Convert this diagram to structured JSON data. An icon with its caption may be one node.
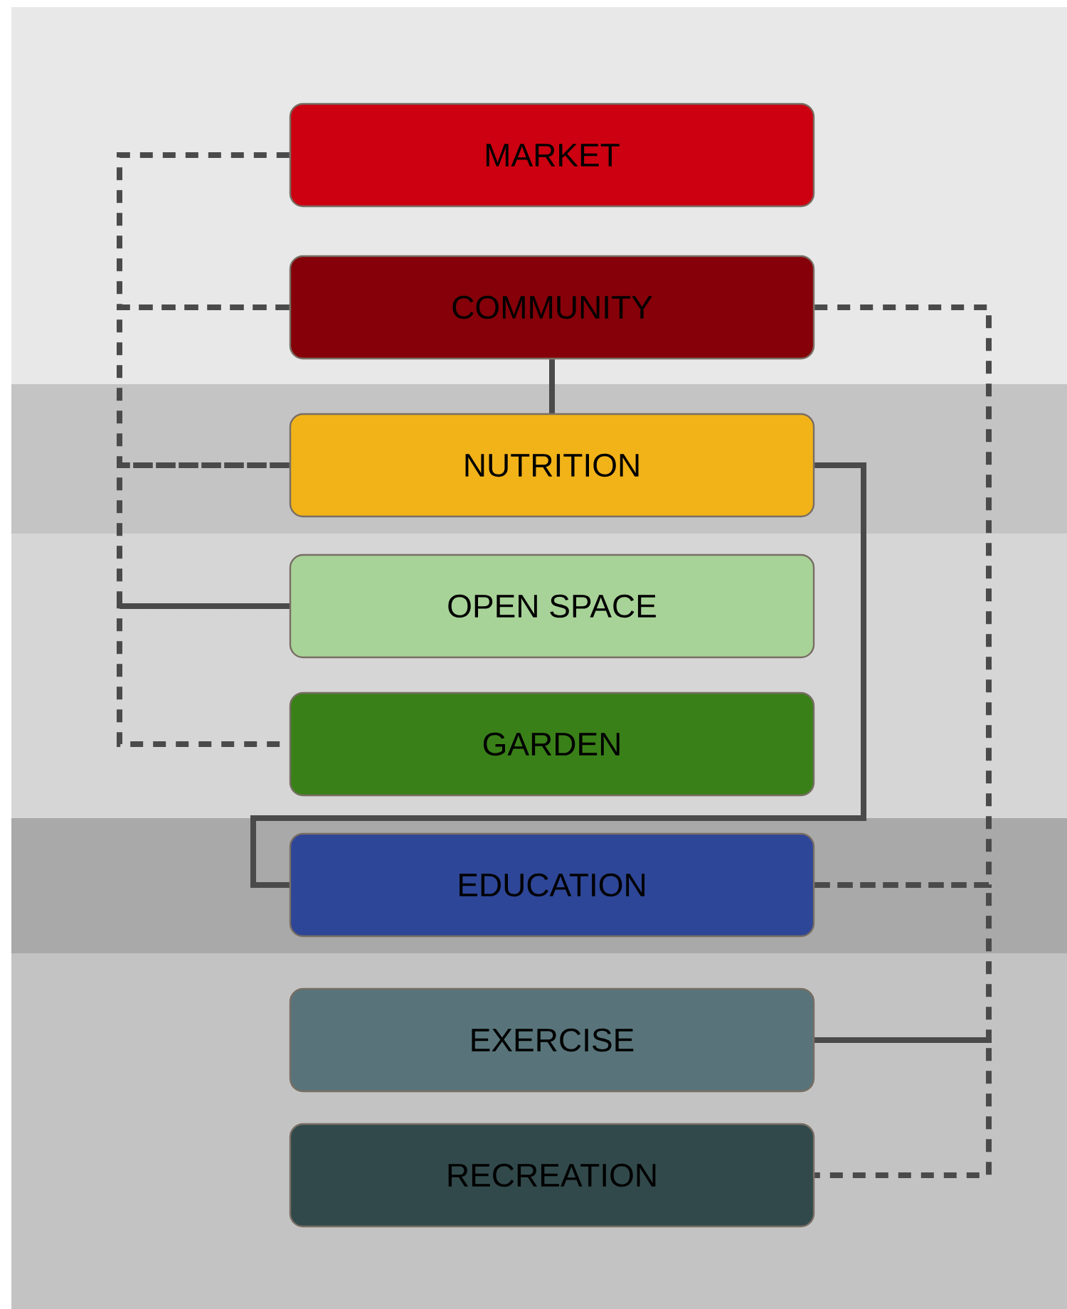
{
  "diagram": {
    "nodes": [
      {
        "text": [
          "MARKET"
        ]
      },
      {
        "text": [
          "COMMUNITY"
        ]
      },
      {
        "text": [
          "NUTRITION"
        ]
      },
      {
        "text": [
          "OPEN SPACE"
        ]
      },
      {
        "text": [
          "GARDEN"
        ]
      },
      {
        "text": [
          "EDUCATION"
        ]
      },
      {
        "text": [
          "EXERCISE"
        ]
      },
      {
        "text": [
          "RECREATION"
        ]
      }
    ],
    "edges": [
      {
        "from": 0,
        "to": 1,
        "arrow": "none",
        "style": "dashed"
      },
      {
        "from": 1,
        "to": 2,
        "arrow": "none",
        "style": "dashed"
      },
      {
        "from": 2,
        "to": 3,
        "arrow": "none",
        "style": "dashed"
      },
      {
        "from": 3,
        "to": 4,
        "arrow": "none",
        "style": "dashed"
      },
      {
        "from": 1,
        "to": 5,
        "arrow": "none",
        "style": "dashed"
      },
      {
        "from": 5,
        "to": 6,
        "arrow": "none",
        "style": "dashed"
      },
      {
        "from": 6,
        "to": 7,
        "arrow": "none",
        "style": "dashed"
      },
      {
        "from": 1,
        "to": 2,
        "arrow": "none"
      },
      {
        "from": 2,
        "to": 5,
        "arrow": "none"
      }
    ]
  }
}
